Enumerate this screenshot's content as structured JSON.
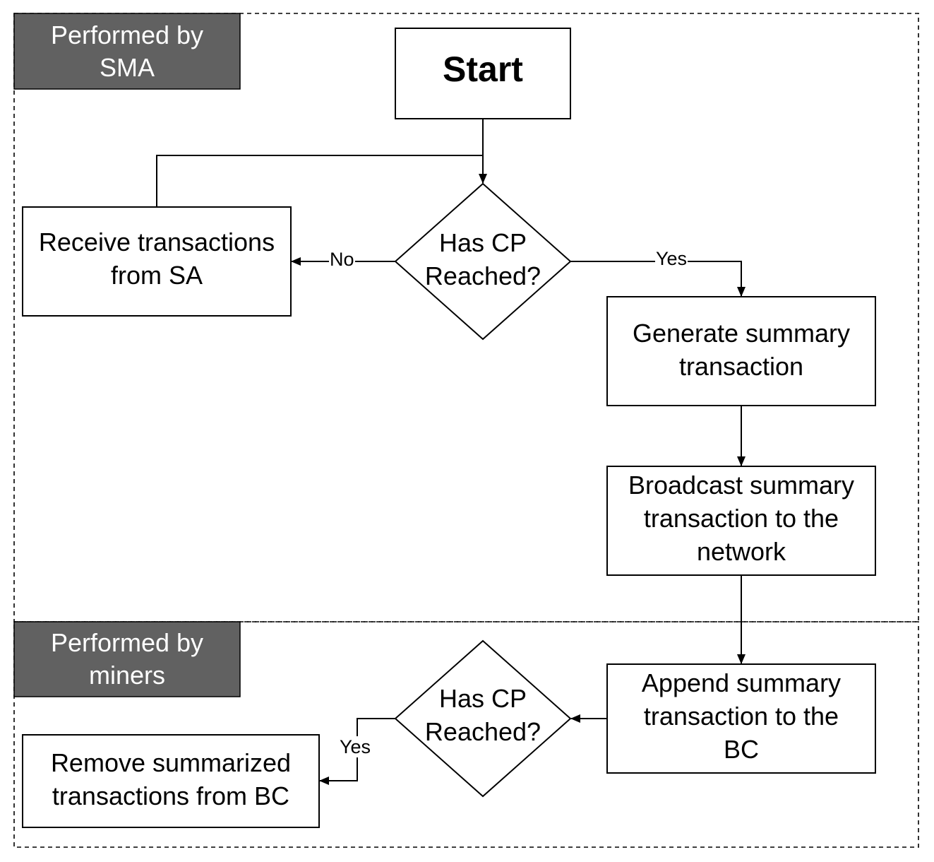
{
  "colors": {
    "lane_header_bg": "#616161",
    "lane_header_text": "#ffffff",
    "stroke": "#000000",
    "background": "#ffffff"
  },
  "lanes": {
    "sma": {
      "label": "Performed by\nSMA"
    },
    "miners": {
      "label": "Performed by\nminers"
    }
  },
  "nodes": {
    "start": "Start",
    "decision_1": "Has CP\nReached?",
    "receive": "Receive transactions\nfrom SA",
    "generate": "Generate summary\ntransaction",
    "broadcast": "Broadcast summary\ntransaction to the\nnetwork",
    "append": "Append summary\ntransaction to the\nBC",
    "decision_2": "Has CP\nReached?",
    "remove": "Remove summarized\ntransactions from BC"
  },
  "edge_labels": {
    "no": "No",
    "yes_1": "Yes",
    "yes_2": "Yes"
  }
}
